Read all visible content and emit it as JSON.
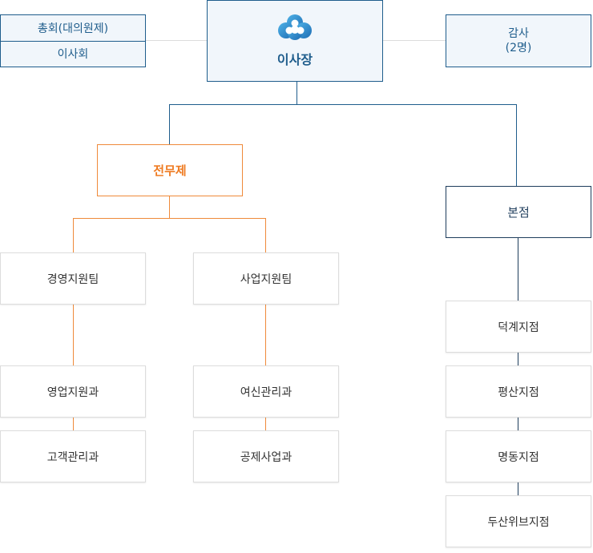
{
  "general_meeting": {
    "top": "총회(대의원제)",
    "bottom": "이사회"
  },
  "ceo": {
    "label": "이사장",
    "icon": "cloud-logo-icon"
  },
  "audit": {
    "line1": "감사",
    "line2": "(2명)"
  },
  "managing_director": {
    "label": "전무제"
  },
  "head_office": {
    "label": "본점"
  },
  "teams": {
    "management_support": "경영지원팀",
    "business_support": "사업지원팀"
  },
  "departments": {
    "sales_support": "영업지원과",
    "customer_management": "고객관리과",
    "credit_management": "여신관리과",
    "mutual_aid": "공제사업과"
  },
  "branches": [
    "덕계지점",
    "평산지점",
    "명동지점",
    "두산위브지점"
  ],
  "colors": {
    "primary": "#1f5d8c",
    "navy": "#1f3d5c",
    "orange": "#ef7b22",
    "gray_border": "#dcdcdc"
  }
}
